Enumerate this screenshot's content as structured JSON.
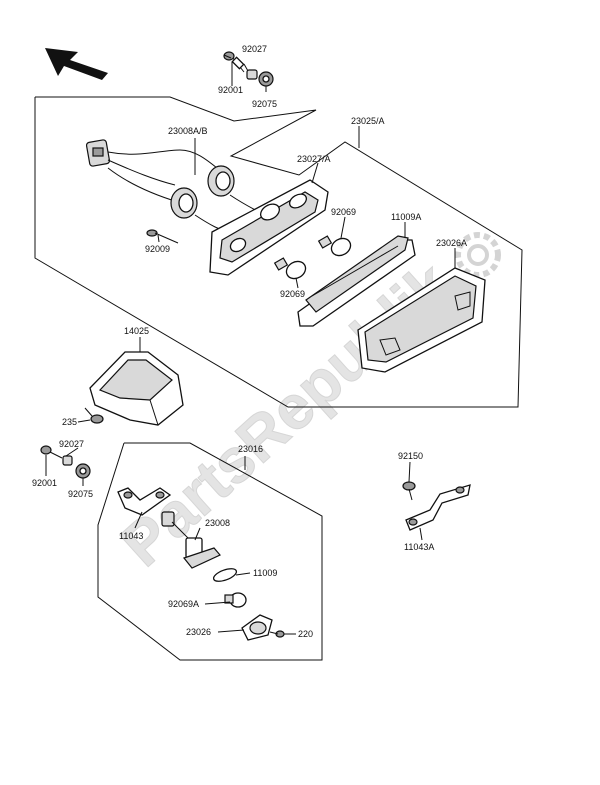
{
  "watermark": {
    "text": "PartsRepublik",
    "color": "#e4e4e4"
  },
  "labels": {
    "p92027_top": "92027",
    "p92001_top": "92001",
    "p92075_top": "92075",
    "p23025A": "23025/A",
    "p23008AB": "23008A/B",
    "p23027A": "23027/A",
    "p92069_a": "92069",
    "p11009A": "11009A",
    "p23026A": "23026A",
    "p92009": "92009",
    "p92069_b": "92069",
    "p14025": "14025",
    "p235": "235",
    "p92027_bot": "92027",
    "p92001_bot": "92001",
    "p92075_bot": "92075",
    "p23016": "23016",
    "p11043": "11043",
    "p23008": "23008",
    "p11009": "11009",
    "p92069A": "92069A",
    "p23026": "23026",
    "p220": "220",
    "p92150": "92150",
    "p11043A": "11043A"
  }
}
